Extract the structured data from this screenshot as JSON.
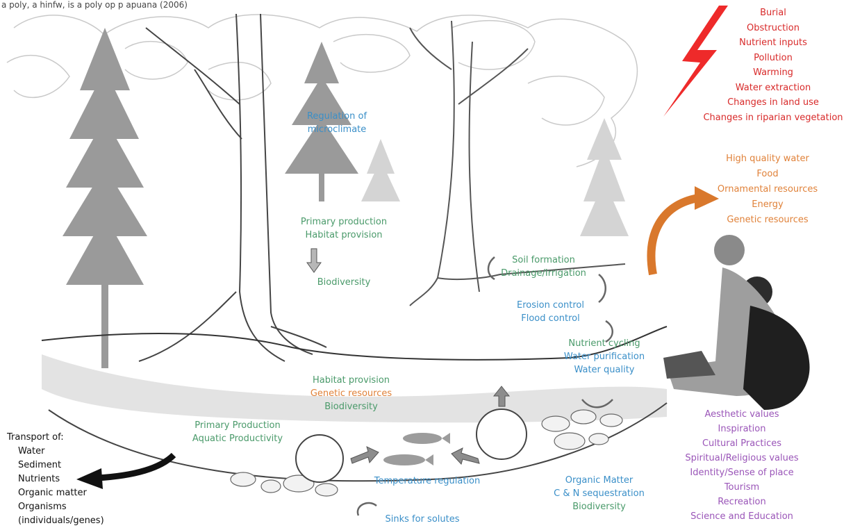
{
  "top_caption": "a poly, a hinfw, is a poly op p apuana (2006)",
  "impacts": [
    "Burial",
    "Obstruction",
    "Nutrient inputs",
    "Pollution",
    "Warming",
    "Water extraction",
    "Changes in land use",
    "Changes in riparian vegetation"
  ],
  "provisioning": [
    "High quality water",
    "Food",
    "Ornamental resources",
    "Energy",
    "Genetic resources"
  ],
  "cultural": [
    "Aesthetic values",
    "Inspiration",
    "Cultural Practices",
    "Spiritual/Religious values",
    "Identity/Sense of place",
    "Tourism",
    "Recreation",
    "Science and Education"
  ],
  "transport": {
    "heading": "Transport of:",
    "items": [
      "Water",
      "Sediment",
      "Nutrients",
      "Organic matter",
      "Organisms",
      "(individuals/genes)"
    ]
  },
  "labels": {
    "microclimate": [
      "Regulation of",
      "microclimate"
    ],
    "primary_production": [
      "Primary production",
      "Habitat provision"
    ],
    "biodiversity_top": "Biodiversity",
    "soil": [
      "Soil formation",
      "Drainage/Irrigation"
    ],
    "erosion": [
      "Erosion control",
      "Flood control"
    ],
    "nutrient": [
      "Nutrient cycling",
      "Water purification",
      "Water quality"
    ],
    "habitat_provision": "Habitat provision",
    "genetic_resources": "Genetic resources",
    "biodiversity_mid": "Biodiversity",
    "aquatic": [
      "Primary Production",
      "Aquatic Productivity"
    ],
    "temperature": "Temperature  regulation",
    "sinks": "Sinks for solutes",
    "organic": [
      "Organic Matter",
      "C & N sequestration",
      "Biodiversity"
    ]
  },
  "colors": {
    "regulating": "#3a8fc8",
    "supporting": "#4a9a6a",
    "impacts": "#d82a2a",
    "provisioning": "#e0823a",
    "cultural": "#9a55b8"
  }
}
